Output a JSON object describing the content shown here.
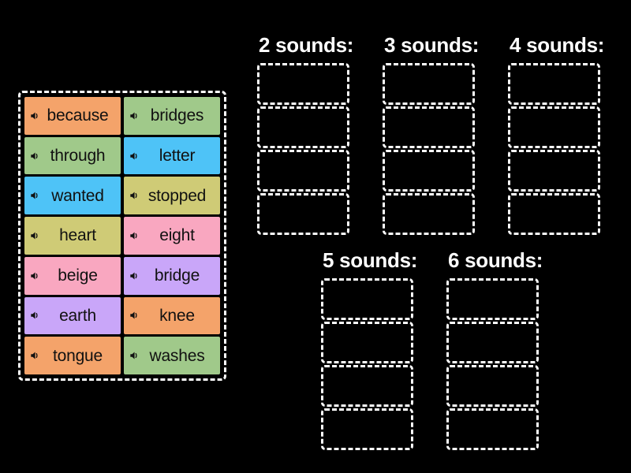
{
  "word_bank": {
    "name": "word-bank",
    "tiles": [
      {
        "word": "because",
        "color": "#F4A36A",
        "icon": "speaker-icon"
      },
      {
        "word": "bridges",
        "color": "#A0C98A",
        "icon": "speaker-icon"
      },
      {
        "word": "through",
        "color": "#A0C98A",
        "icon": "speaker-icon"
      },
      {
        "word": "letter",
        "color": "#4EC3F7",
        "icon": "speaker-icon"
      },
      {
        "word": "wanted",
        "color": "#4EC3F7",
        "icon": "speaker-icon"
      },
      {
        "word": "stopped",
        "color": "#CFCB76",
        "icon": "speaker-icon"
      },
      {
        "word": "heart",
        "color": "#CFCB76",
        "icon": "speaker-icon"
      },
      {
        "word": "eight",
        "color": "#F9A7C0",
        "icon": "speaker-icon"
      },
      {
        "word": "beige",
        "color": "#F9A7C0",
        "icon": "speaker-icon"
      },
      {
        "word": "bridge",
        "color": "#C9A6F9",
        "icon": "speaker-icon"
      },
      {
        "word": "earth",
        "color": "#C9A6F9",
        "icon": "speaker-icon"
      },
      {
        "word": "knee",
        "color": "#F4A36A",
        "icon": "speaker-icon"
      },
      {
        "word": "tongue",
        "color": "#F4A36A",
        "icon": "speaker-icon"
      },
      {
        "word": "washes",
        "color": "#A0C98A",
        "icon": "speaker-icon"
      }
    ]
  },
  "groups": [
    {
      "id": "group-2",
      "title": "2 sounds:",
      "slot_count": 4
    },
    {
      "id": "group-3",
      "title": "3 sounds:",
      "slot_count": 4
    },
    {
      "id": "group-4",
      "title": "4 sounds:",
      "slot_count": 4
    },
    {
      "id": "group-5",
      "title": "5 sounds:",
      "slot_count": 4
    },
    {
      "id": "group-6",
      "title": "6 sounds:",
      "slot_count": 4
    }
  ],
  "colors": {
    "background": "#000000",
    "outline": "#ffffff",
    "text_dark": "#111111",
    "orange": "#F4A36A",
    "green": "#A0C98A",
    "blue": "#4EC3F7",
    "khaki": "#CFCB76",
    "pink": "#F9A7C0",
    "purple": "#C9A6F9"
  }
}
